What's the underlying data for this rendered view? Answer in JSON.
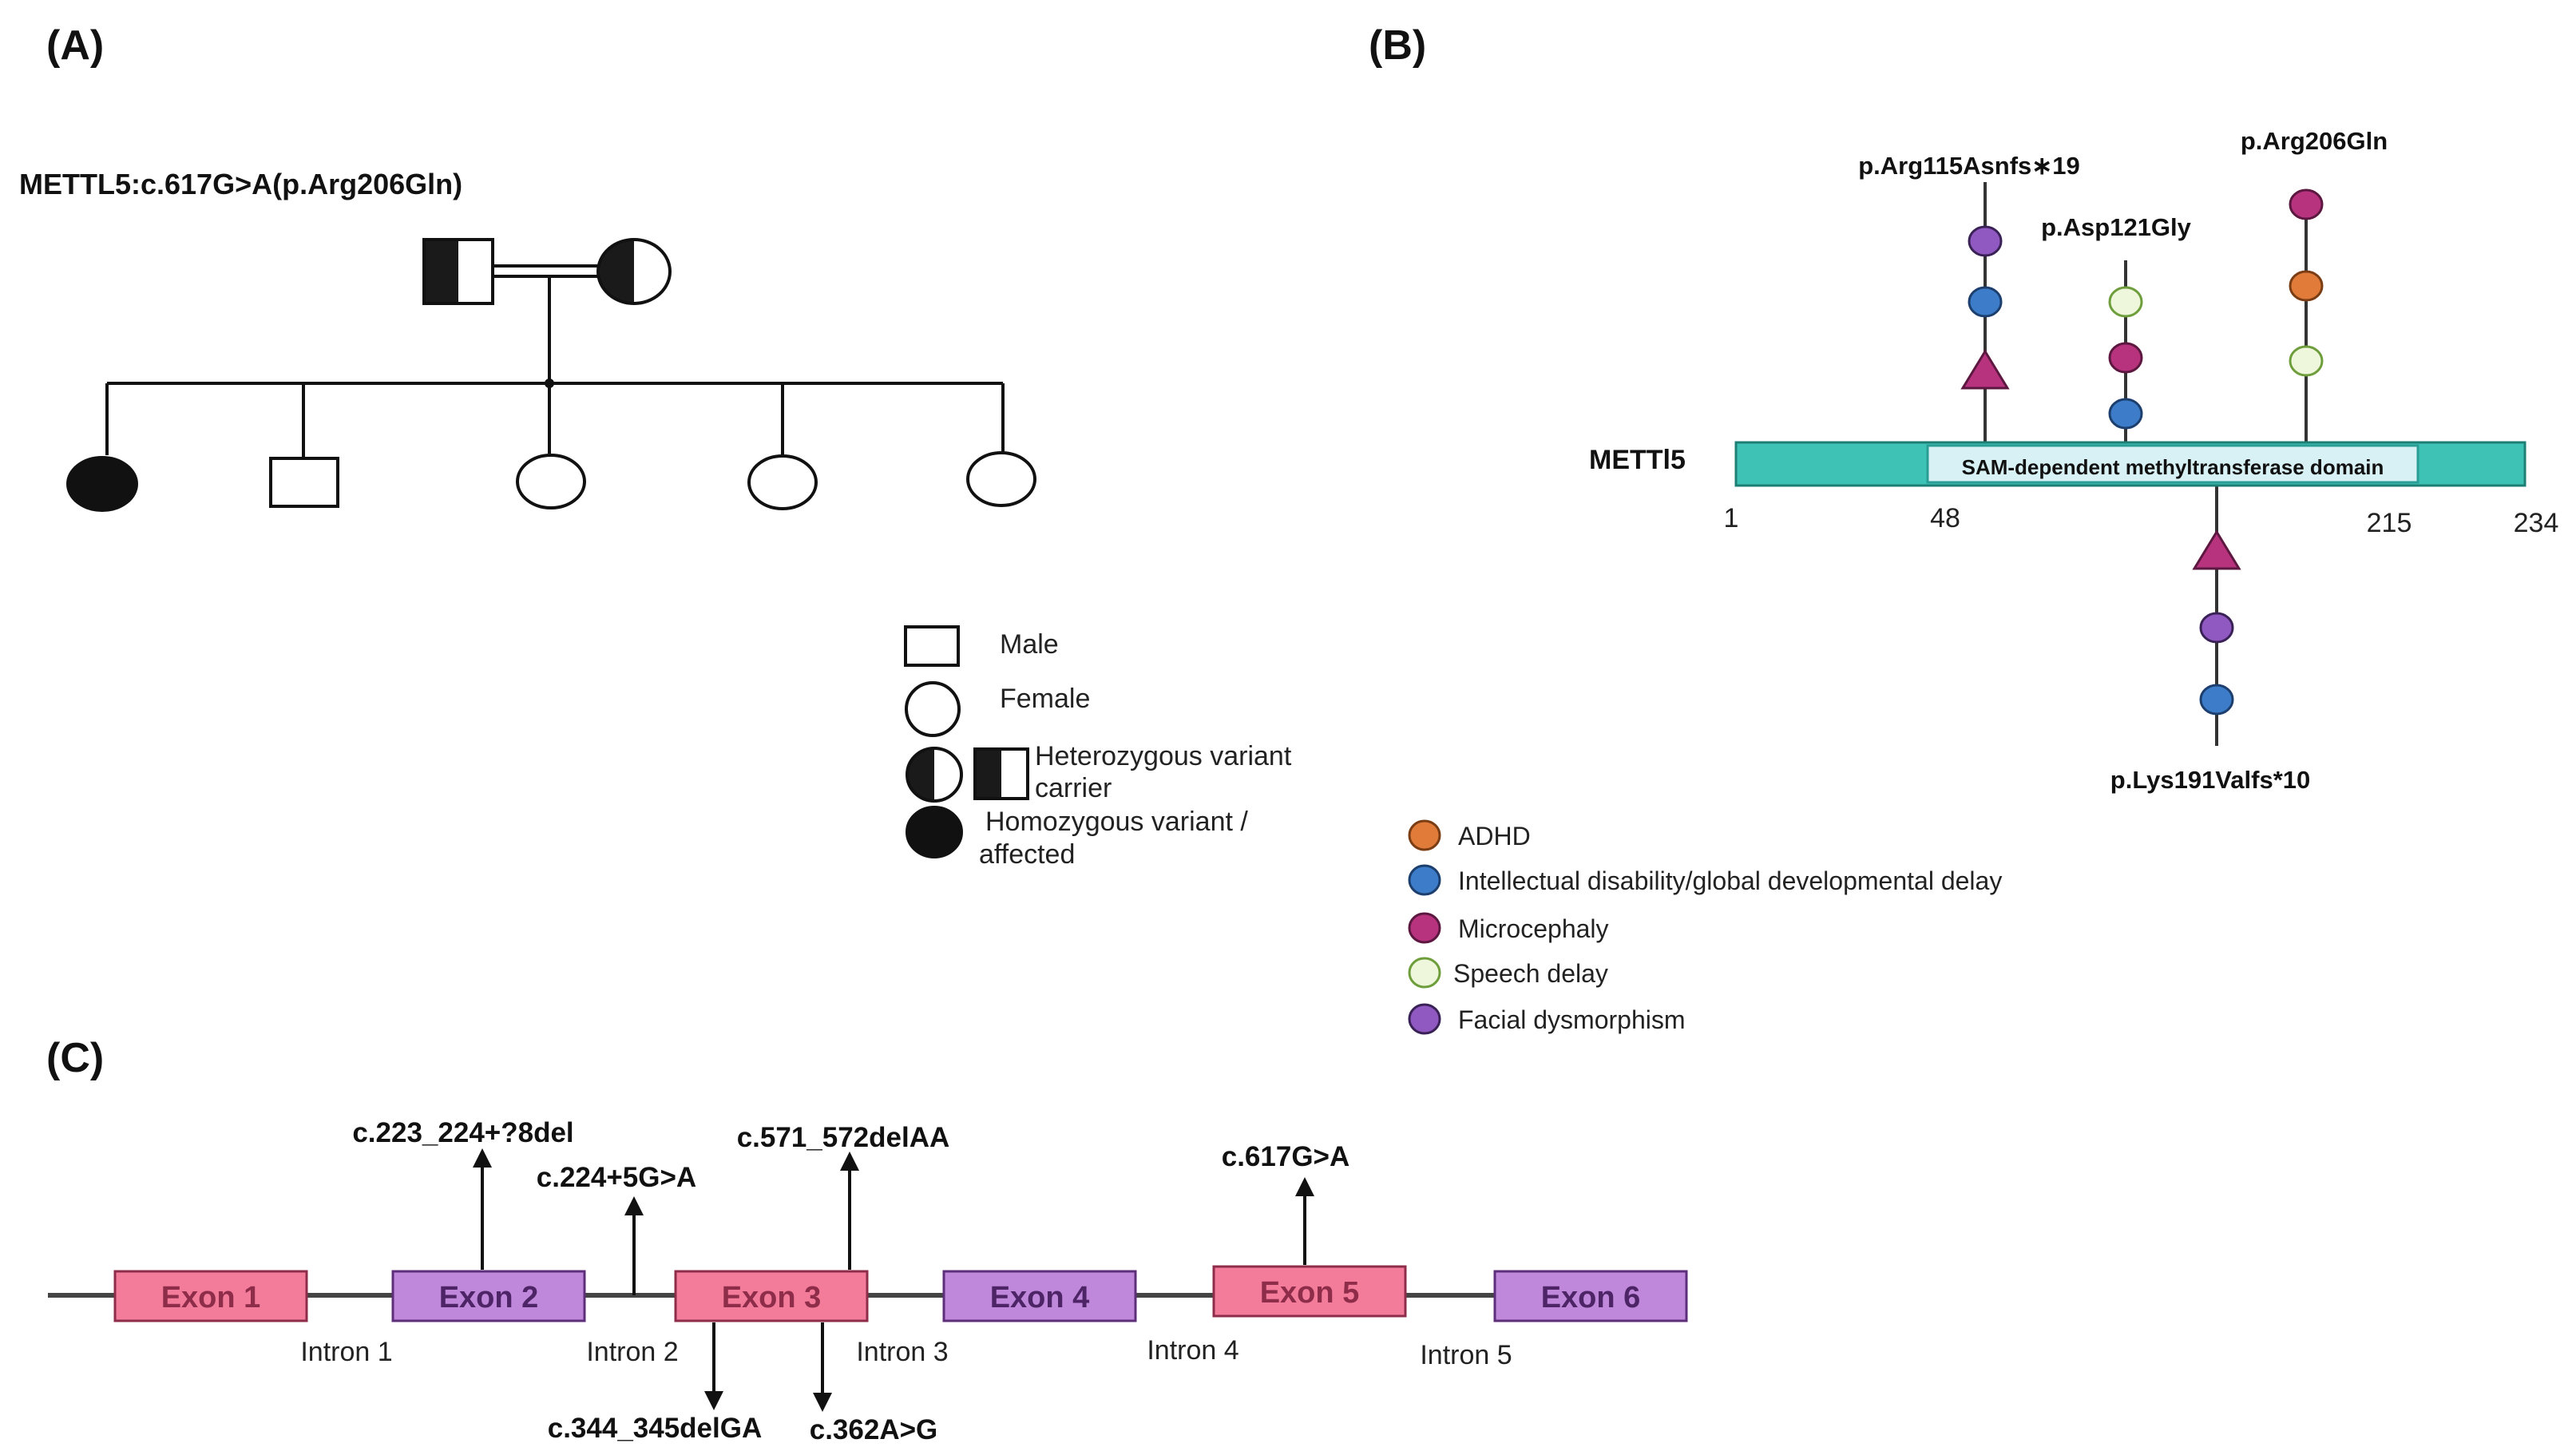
{
  "panels": {
    "a": "(A)",
    "b": "(B)",
    "c": "(C)"
  },
  "pedigree": {
    "variant_title": "METTL5:c.617G>A(p.Arg206Gln)",
    "legend": {
      "male": "Male",
      "female": "Female",
      "heterozygous_line1": "Heterozygous variant",
      "heterozygous_line2": "carrier",
      "homozygous_line1": "Homozygous variant /",
      "homozygous_line2": "affected"
    }
  },
  "protein": {
    "name": "METTl5",
    "domain_label": "SAM-dependent methyltransferase domain",
    "length": 234,
    "domain_start": 48,
    "domain_end": 215,
    "positions": [
      "1",
      "48",
      "215",
      "234"
    ],
    "variants": [
      {
        "label": "p.Arg115Asnfs∗19",
        "side": "top",
        "markers": [
          "triangle-microcephaly",
          "intellectual",
          "facial"
        ]
      },
      {
        "label": "p.Asp121Gly",
        "side": "top",
        "markers": [
          "intellectual",
          "microcephaly",
          "speech"
        ]
      },
      {
        "label": "p.Arg206Gln",
        "side": "top",
        "markers": [
          "speech",
          "adhd",
          "microcephaly"
        ]
      },
      {
        "label": "p.Lys191Valfs*10",
        "side": "bottom",
        "markers": [
          "triangle-microcephaly",
          "facial",
          "intellectual"
        ]
      }
    ],
    "legend": [
      {
        "key": "adhd",
        "label": "ADHD"
      },
      {
        "key": "intellectual",
        "label": "Intellectual disability/global developmental delay"
      },
      {
        "key": "microcephaly",
        "label": "Microcephaly"
      },
      {
        "key": "speech",
        "label": "Speech delay"
      },
      {
        "key": "facial",
        "label": "Facial dysmorphism"
      }
    ]
  },
  "colors": {
    "adhd": "#e07b39",
    "intellectual": "#3d7cc9",
    "microcephaly": "#b8337e",
    "speech": "#eef7dc",
    "facial": "#9059c2",
    "protein_bar": "#3fc2b6",
    "domain_fill": "#d8f1f4",
    "exon_pink": "#f47c9b",
    "exon_purple": "#c088db"
  },
  "gene": {
    "exons": [
      "Exon 1",
      "Exon 2",
      "Exon 3",
      "Exon 4",
      "Exon 5",
      "Exon 6"
    ],
    "introns": [
      "Intron 1",
      "Intron 2",
      "Intron 3",
      "Intron 4",
      "Intron 5"
    ],
    "variants_up": [
      "c.223_224+?8del",
      "c.224+5G>A",
      "c.571_572delAA",
      "c.617G>A"
    ],
    "variants_down": [
      "c.344_345delGA",
      "c.362A>G"
    ]
  }
}
